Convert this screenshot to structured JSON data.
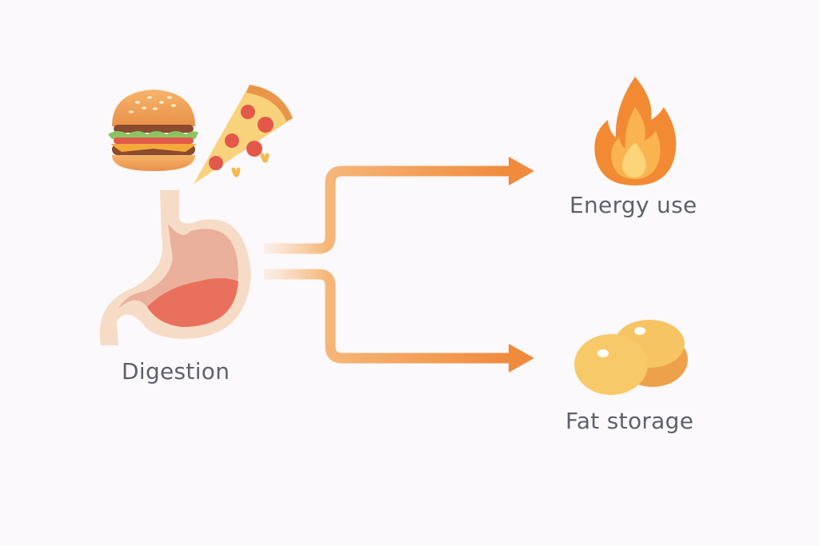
{
  "diagram": {
    "nodes": [
      {
        "id": "food",
        "icon": "burger-pizza-icon",
        "label": ""
      },
      {
        "id": "digestion",
        "icon": "stomach-icon",
        "label": "Digestion"
      },
      {
        "id": "energy",
        "icon": "flame-icon",
        "label": "Energy use"
      },
      {
        "id": "fat",
        "icon": "fat-droplets-icon",
        "label": "Fat storage"
      }
    ],
    "edges": [
      {
        "from": "digestion",
        "to": "energy"
      },
      {
        "from": "digestion",
        "to": "fat"
      }
    ],
    "colors": {
      "arrow": "#f08a3c",
      "arrow_light": "#f7c99a",
      "text": "#5e616c",
      "background": "#fcf9fc"
    }
  }
}
